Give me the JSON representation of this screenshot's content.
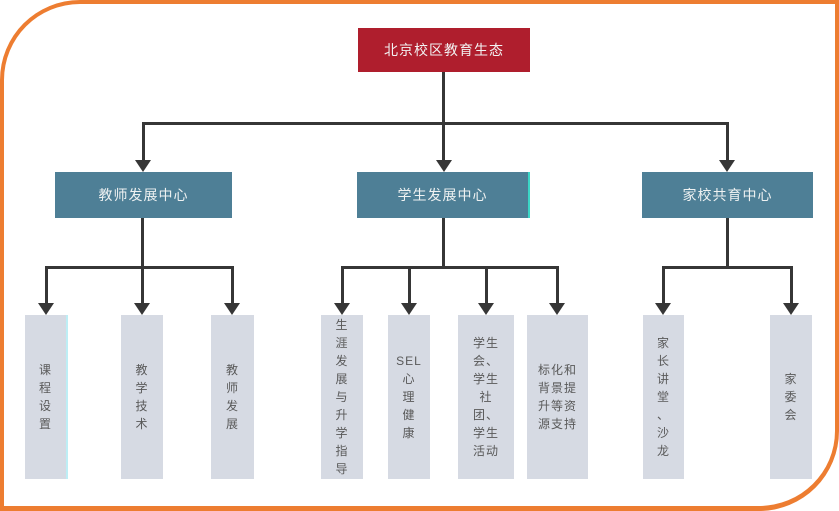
{
  "diagram": {
    "title": "北京校区教育生态",
    "root": {
      "label": "北京校区教育生态"
    },
    "branches": [
      {
        "label": "教师发展中心",
        "children": [
          "课程设置",
          "教学技术",
          "教师发展"
        ]
      },
      {
        "label": "学生发展中心",
        "children": [
          "生涯发展与升学指导",
          "SEL心理健康",
          "学生会、学生社团、学生活动",
          "标化和背景提升等资源支持"
        ]
      },
      {
        "label": "家校共育中心",
        "children": [
          "家长讲堂、沙龙",
          "家委会"
        ]
      }
    ],
    "leaves": [
      {
        "label": "课程设置",
        "display": "课\n程\n设\n置",
        "parent": "教师发展中心"
      },
      {
        "label": "教学技术",
        "display": "教\n学\n技\n术",
        "parent": "教师发展中心"
      },
      {
        "label": "教师发展",
        "display": "教\n师\n发\n展",
        "parent": "教师发展中心"
      },
      {
        "label": "生涯发展与升学指导",
        "display": "生\n涯\n发\n展\n与\n升\n学\n指\n导",
        "parent": "学生发展中心"
      },
      {
        "label": "SEL心理健康",
        "display": "SEL\n心\n理\n健\n康",
        "parent": "学生发展中心"
      },
      {
        "label": "学生会、学生社团、学生活动",
        "display": "学生\n会、\n学生\n社\n团、\n学生\n活动",
        "parent": "学生发展中心"
      },
      {
        "label": "标化和背景提升等资源支持",
        "display": "标化和\n背景提\n升等资\n源支持",
        "parent": "学生发展中心"
      },
      {
        "label": "家长讲堂、沙龙",
        "display": "家\n长\n讲\n堂\n、\n沙\n龙",
        "parent": "家校共育中心"
      },
      {
        "label": "家委会",
        "display": "家\n委\n会",
        "parent": "家校共育中心"
      }
    ]
  },
  "colors": {
    "root_bg": "#AF1E2D",
    "branch_bg": "#4E7F96",
    "leaf_bg": "#D6DAE3",
    "node_text": "#F2F2F2",
    "leaf_text": "#595959",
    "connector": "#363636",
    "frame_border": "#ED7D31",
    "highlight_edge": "#3BD6C6"
  }
}
